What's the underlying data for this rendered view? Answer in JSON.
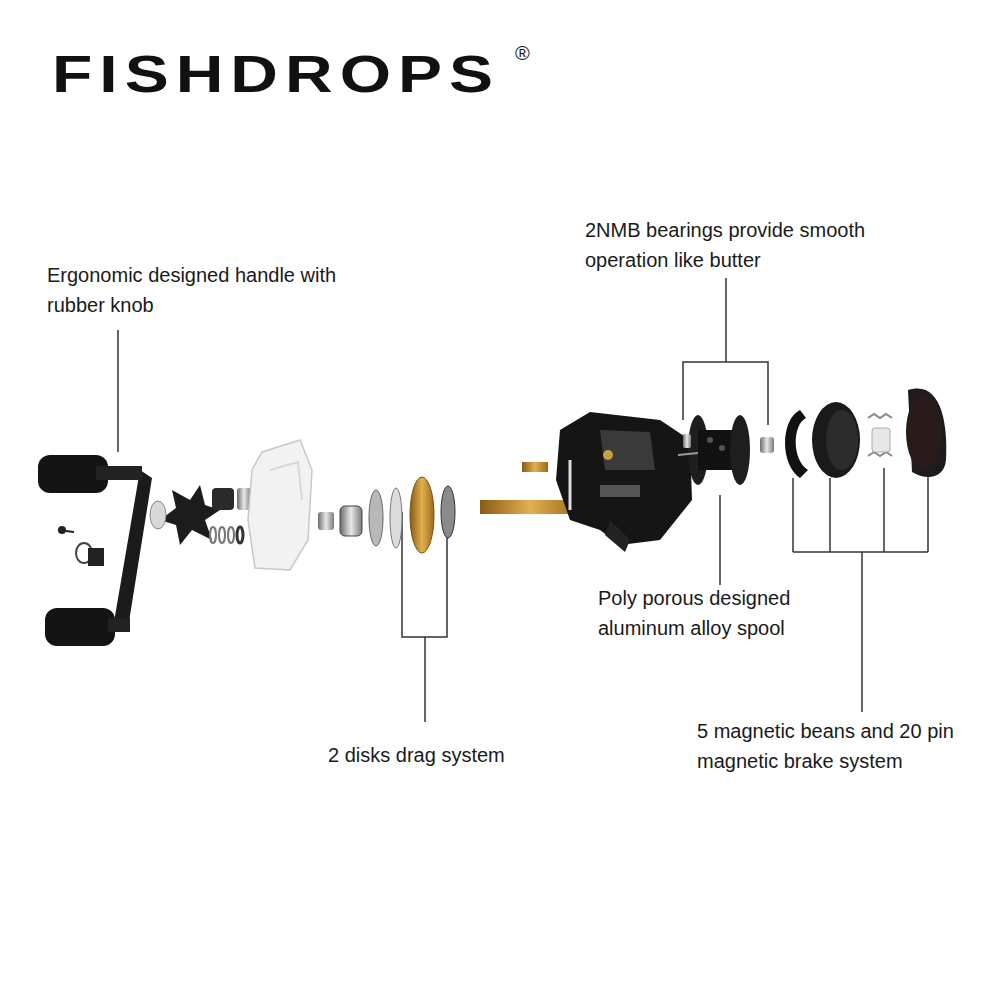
{
  "diagram": {
    "title": "FISHDROPS",
    "labels": [
      "®",
      "Ergonomic designed handle with rubber knob",
      "2NMB bearings provide smooth operation like butter",
      "Poly porous designed aluminum alloy spool",
      "2 disks drag system",
      "5 magnetic beans and 20 pin magnetic brake system"
    ]
  }
}
